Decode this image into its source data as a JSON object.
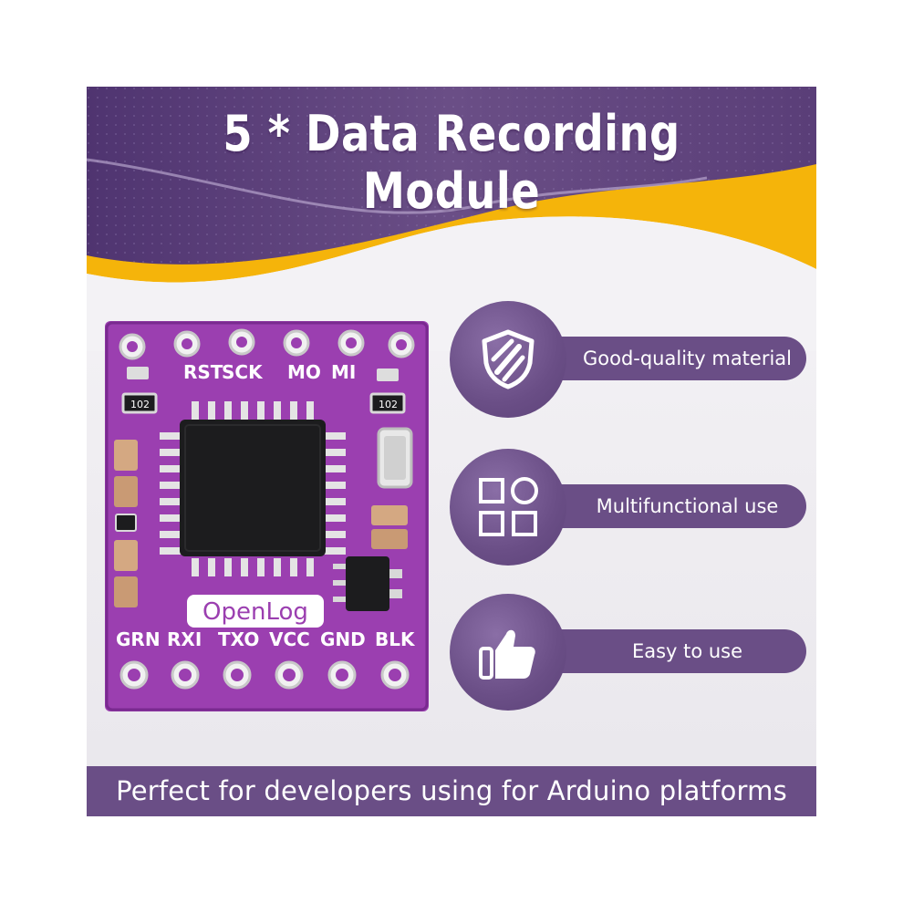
{
  "title": "5 * Data Recording Module",
  "features": [
    {
      "label": "Good-quality material",
      "icon": "shield-icon"
    },
    {
      "label": "Multifunctional use",
      "icon": "apps-grid-icon"
    },
    {
      "label": "Easy to use",
      "icon": "thumbs-up-icon"
    }
  ],
  "footer": "Perfect for developers using for Arduino platforms",
  "board": {
    "top_labels": [
      "RST",
      "SCK",
      "MO",
      "MI"
    ],
    "bottom_labels": [
      "GRN",
      "RXI",
      "TXO",
      "VCC",
      "GND",
      "BLK"
    ],
    "logo": "OpenLog",
    "resistor_left": "102",
    "resistor_right": "102"
  },
  "colors": {
    "purple": "#6a4e86",
    "banner_purple": "#5a3e78",
    "yellow": "#f5b40a",
    "pcb": "#9b3fb0",
    "chip": "#1c1c1e"
  }
}
